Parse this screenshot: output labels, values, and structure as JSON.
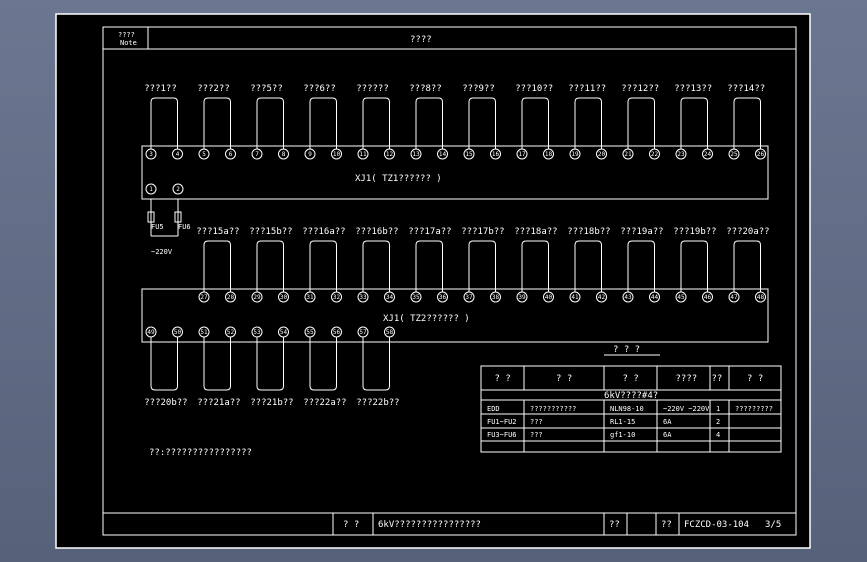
{
  "frame": {
    "note_cn": "????",
    "note_en": "Note",
    "header_title": "????"
  },
  "top_group": {
    "labels": [
      "???1??",
      "???2??",
      "???5??",
      "???6??",
      "??????",
      "???8??",
      "???9??",
      "???10??",
      "???11??",
      "???12??",
      "???13??",
      "???14??"
    ],
    "terminals": [
      "3",
      "4",
      "5",
      "6",
      "7",
      "8",
      "9",
      "10",
      "11",
      "12",
      "13",
      "14",
      "15",
      "16",
      "17",
      "18",
      "19",
      "20",
      "21",
      "22",
      "23",
      "24",
      "25",
      "26"
    ],
    "left_terminals": [
      "1",
      "2"
    ],
    "block_label": "XJ1( TZ1?????? )",
    "fuse_left": "FU5",
    "fuse_right": "FU6",
    "voltage": "~220V"
  },
  "bottom_group": {
    "labels": [
      "???15a??",
      "???15b??",
      "???16a??",
      "???16b??",
      "???17a??",
      "???17b??",
      "???18a??",
      "???18b??",
      "???19a??",
      "???19b??",
      "???20a??"
    ],
    "upper_terminals": [
      "27",
      "28",
      "29",
      "30",
      "31",
      "32",
      "33",
      "34",
      "35",
      "36",
      "37",
      "38",
      "39",
      "40",
      "41",
      "42",
      "43",
      "44",
      "45",
      "46",
      "47",
      "48"
    ],
    "lower_terminals": [
      "49",
      "50",
      "51",
      "52",
      "53",
      "54",
      "55",
      "56",
      "57",
      "58"
    ],
    "block_label": "XJ1( TZ2?????? )",
    "lower_labels": [
      "???20b??",
      "???21a??",
      "???21b??",
      "???22a??",
      "???22b??"
    ]
  },
  "table": {
    "title": "? ? ?",
    "headers": [
      "? ?",
      "? ?",
      "? ?",
      "????",
      "??",
      "? ?"
    ],
    "subtitle": "6kV????#4?",
    "rows": [
      [
        "EDD",
        "???????????",
        "NLN98-10",
        "~220V ~220V",
        "1",
        "?????????"
      ],
      [
        "FU1~FU2",
        "???",
        "RL1-15",
        "6A",
        "2",
        ""
      ],
      [
        "FU3~FU6",
        "???",
        "gf1-10",
        "6A",
        "4",
        ""
      ]
    ]
  },
  "note_line": "??:????????????????",
  "title_block": {
    "field1": "? ?",
    "drawing_title": "6kV????????????????",
    "field2": "??",
    "field3": "??",
    "drawing_no": "FCZCD-03-104",
    "sheet": "3/5"
  }
}
